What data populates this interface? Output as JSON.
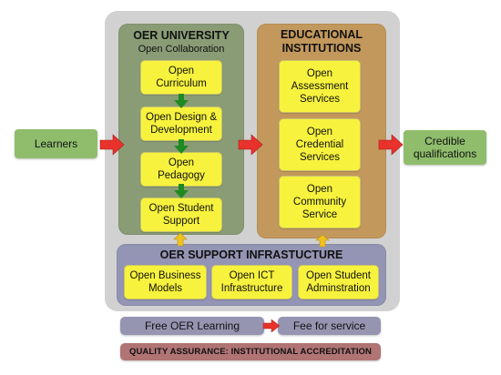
{
  "left_box": {
    "label": "Learners"
  },
  "right_box": {
    "label": "Credible\nqualifications"
  },
  "university": {
    "title": "OER UNIVERSITY",
    "subtitle": "Open Collaboration",
    "steps": [
      "Open\nCurriculum",
      "Open Design &\nDevelopment",
      "Open\nPedagogy",
      "Open Student\nSupport"
    ]
  },
  "institutions": {
    "title": "EDUCATIONAL\nINSTITUTIONS",
    "services": [
      "Open\nAssessment\nServices",
      "Open\nCredential\nServices",
      "Open\nCommunity\nService"
    ]
  },
  "infrastructure": {
    "title": "OER SUPPORT INFRASTUCTURE",
    "items": [
      "Open Business\nModels",
      "Open ICT\nInfrastructure",
      "Open Student\nAdminstration"
    ]
  },
  "funding": {
    "free_label": "Free OER Learning",
    "fee_label": "Fee for service"
  },
  "quality_assurance": {
    "label": "QUALITY ASSURANCE: INSTITUTIONAL ACCREDITATION"
  },
  "colors": {
    "frame": "#d1d1d1",
    "university": "#899c76",
    "institutions": "#c3985c",
    "infrastructure": "#9494b4",
    "yellow_box": "#f7f23d",
    "green_box": "#8fbd6c",
    "red_arrow": "#e8322b",
    "green_arrow": "#1f8a1f",
    "yellow_arrow": "#f2c21b",
    "qa_bar": "#b07474"
  }
}
